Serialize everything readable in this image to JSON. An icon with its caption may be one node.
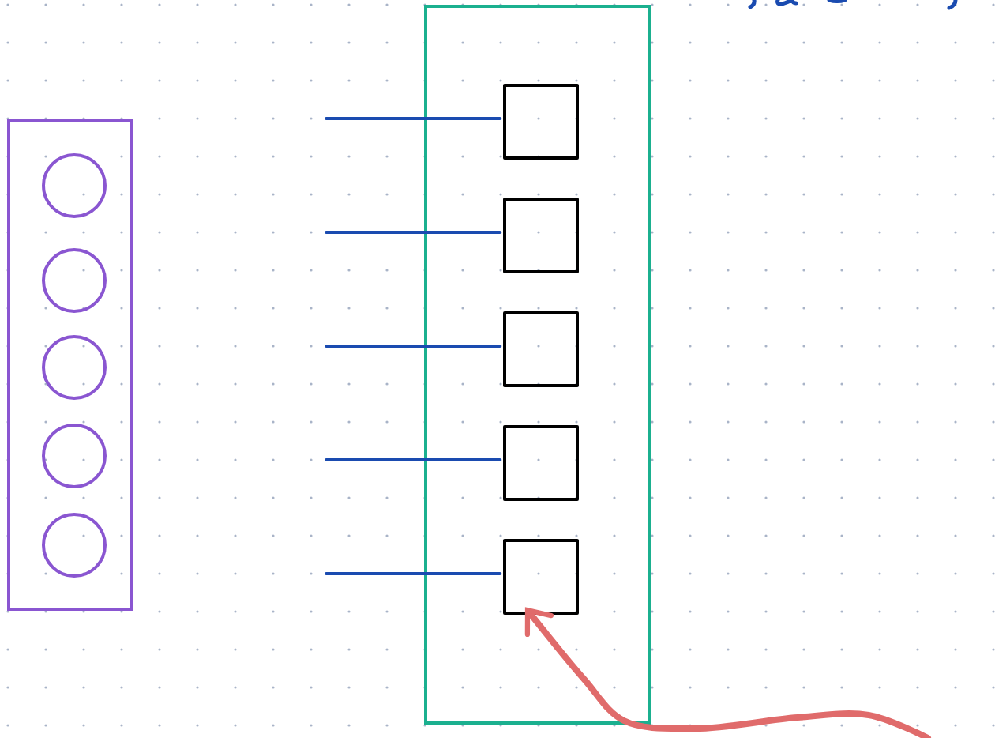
{
  "diagram": {
    "nodes": [
      {
        "text": [],
        "shape": "box"
      },
      {
        "text": [],
        "shape": "circle",
        "in": 0
      },
      {
        "text": [],
        "shape": "circle",
        "in": 0
      },
      {
        "text": [],
        "shape": "circle",
        "in": 0
      },
      {
        "text": [],
        "shape": "circle",
        "in": 0
      },
      {
        "text": [],
        "shape": "circle",
        "in": 0
      },
      {
        "text": [],
        "shape": "box"
      },
      {
        "text": [],
        "shape": "box",
        "in": 6
      },
      {
        "text": [],
        "shape": "box",
        "in": 6
      },
      {
        "text": [],
        "shape": "box",
        "in": 6
      },
      {
        "text": [],
        "shape": "box",
        "in": 6
      },
      {
        "text": [],
        "shape": "box",
        "in": 6
      }
    ],
    "edges": [
      {
        "from": null,
        "to": 7,
        "arrow": "none"
      },
      {
        "from": null,
        "to": 8,
        "arrow": "none"
      },
      {
        "from": null,
        "to": 9,
        "arrow": "none"
      },
      {
        "from": null,
        "to": 10,
        "arrow": "none"
      },
      {
        "from": null,
        "to": 11,
        "arrow": "none"
      },
      {
        "from": null,
        "to": 11,
        "arrow": "to",
        "style": "thick",
        "color": "#e06b6b"
      }
    ]
  }
}
